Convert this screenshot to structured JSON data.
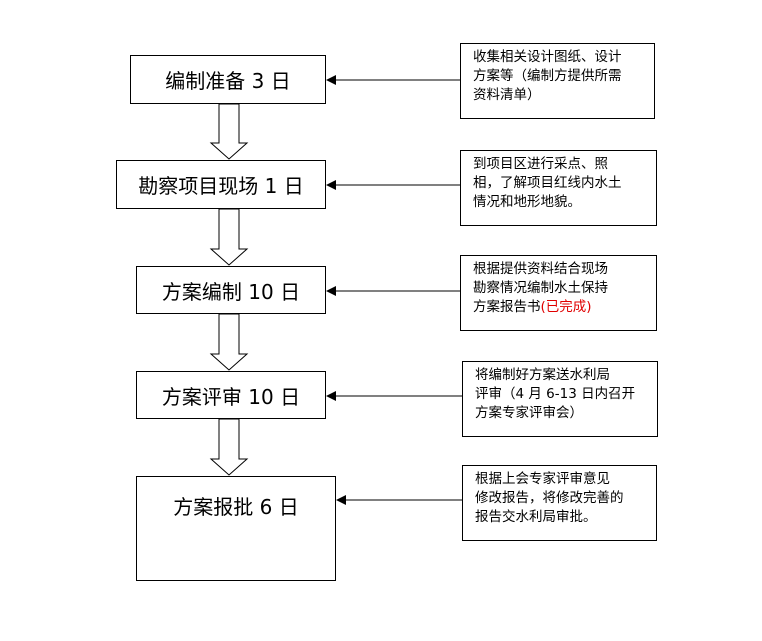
{
  "stages": [
    {
      "label": "编制准备 3 日"
    },
    {
      "label": "勘察项目现场 1 日"
    },
    {
      "label": "方案编制 10 日"
    },
    {
      "label": "方案评审 10 日"
    },
    {
      "label": "方案报批 6 日"
    }
  ],
  "notes": [
    {
      "lines": [
        "收集相关设计图纸、设计",
        "方案等（编制方提供所需",
        "资料清单）"
      ]
    },
    {
      "lines": [
        "到项目区进行采点、照",
        "相，了解项目红线内水土",
        "情况和地形地貌。"
      ]
    },
    {
      "lines": [
        "根据提供资料结合现场",
        "勘察情况编制水土保持",
        "方案报告书"
      ],
      "status": "(已完成)"
    },
    {
      "lines": [
        "将编制好方案送水利局",
        "评审（4 月 6-13 日内召开",
        "方案专家评审会）"
      ]
    },
    {
      "lines": [
        "根据上会专家评审意见",
        "修改报告，将修改完善的",
        "报告交水利局审批。"
      ]
    }
  ],
  "colors": {
    "line": "#000000",
    "status_text": "#e00000",
    "background": "#ffffff"
  }
}
